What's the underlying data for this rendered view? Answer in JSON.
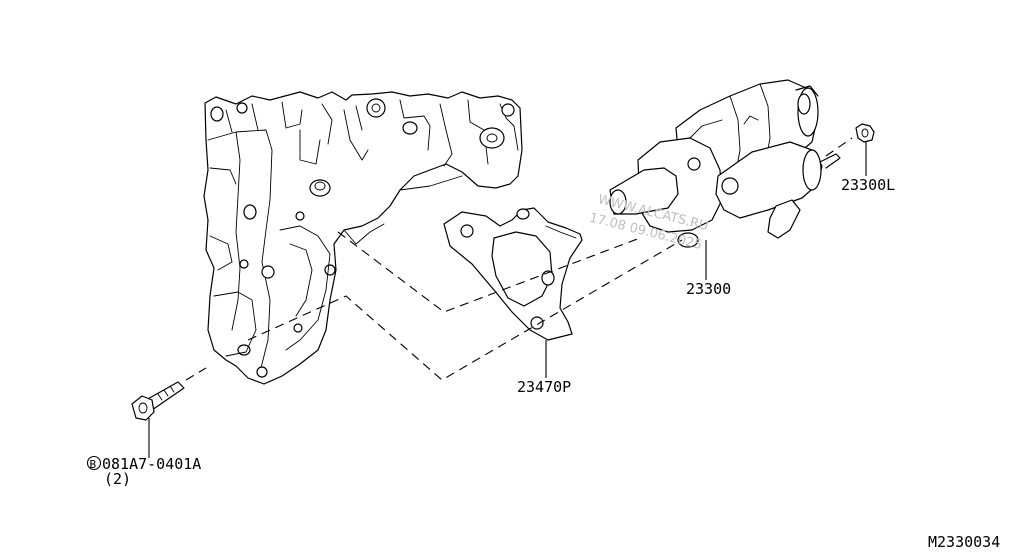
{
  "parts": {
    "bolt_part": "081A7-0401A",
    "bolt_prefix": "B",
    "bolt_qty": "(2)",
    "bracket": "23470P",
    "starter": "23300",
    "nut": "23300L"
  },
  "watermark": {
    "line1": "WWW.ALCATS.RU",
    "line2": "17.08 09.06.2025"
  },
  "figure_code": "M2330034"
}
